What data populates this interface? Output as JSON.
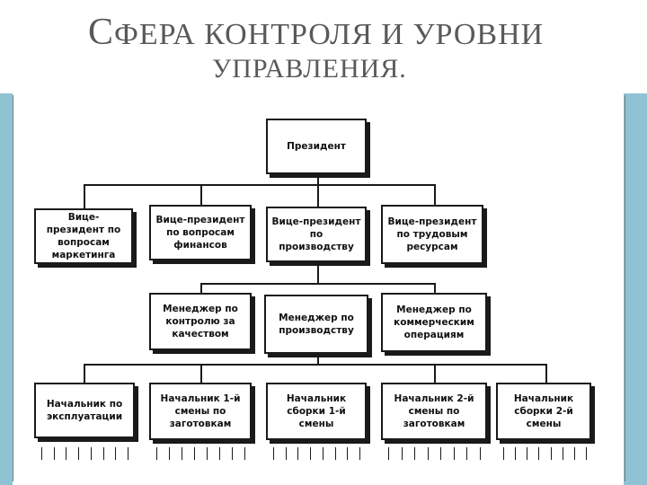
{
  "title": {
    "cap": "С",
    "line1_rest": "ФЕРА КОНТРОЛЯ И УРОВНИ",
    "line2": "УПРАВЛЕНИЯ."
  },
  "org": {
    "president": "Президент",
    "vps": [
      "Вице-президент по вопросам маркетинга",
      "Вице-президент по вопросам финансов",
      "Вице-президент по производству",
      "Вице-президент по трудовым ресурсам"
    ],
    "managers": [
      "Менеджер по контролю за качеством",
      "Менеджер по производству",
      "Менеджер по коммерческим операциям"
    ],
    "chiefs": [
      "Начальник по эксплуатации",
      "Начальник 1-й смены по заготовкам",
      "Начальник сборки 1-й смены",
      "Начальник 2-й смены по заготовкам",
      "Начальник сборки 2-й смены"
    ]
  }
}
